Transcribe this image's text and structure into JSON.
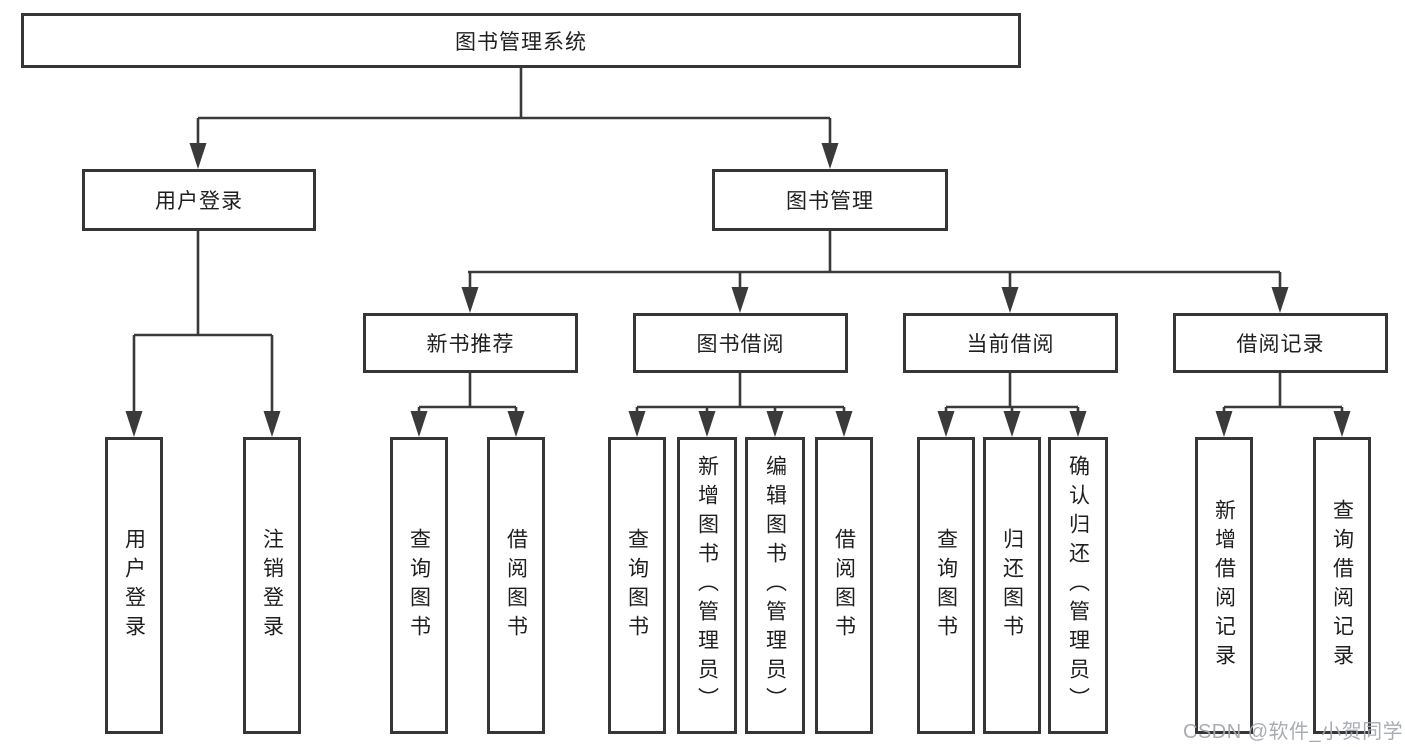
{
  "title": "图书管理系统",
  "branches": {
    "user_login": {
      "label": "用户登录",
      "children": [
        "用户登录",
        "注销登录"
      ]
    },
    "book_mgmt": {
      "label": "图书管理",
      "sections": [
        {
          "label": "新书推荐",
          "children": [
            "查询图书",
            "借阅图书"
          ]
        },
        {
          "label": "图书借阅",
          "children": [
            "查询图书",
            "新增图书（管理员）",
            "编辑图书（管理员）",
            "借阅图书"
          ]
        },
        {
          "label": "当前借阅",
          "children": [
            "查询图书",
            "归还图书",
            "确认归还（管理员）"
          ]
        },
        {
          "label": "借阅记录",
          "children": [
            "新增借阅记录",
            "查询借阅记录"
          ]
        }
      ]
    }
  },
  "watermark": "CSDN @软件_小贺同学",
  "colors": {
    "line": "#3a3a3a",
    "box_border": "#363636",
    "text": "#1f1f1f",
    "watermark": "#a4a9af",
    "background": "#ffffff"
  }
}
